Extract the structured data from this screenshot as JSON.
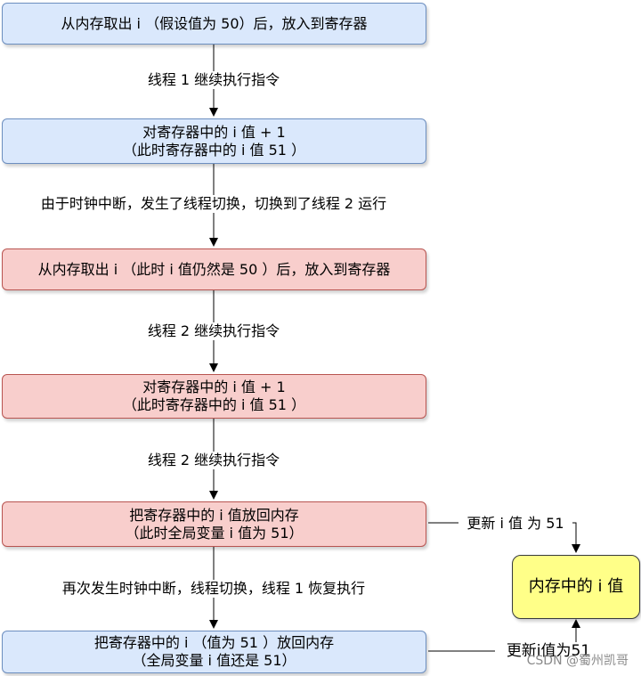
{
  "steps": [
    {
      "lines": [
        "从内存取出 i （假设值为 50）后，放入到寄存器"
      ],
      "color": "blue"
    },
    {
      "lines": [
        "对寄存器中的 i 值 + 1",
        "（此时寄存器中的 i 值 51 ）"
      ],
      "color": "blue"
    },
    {
      "lines": [
        "从内存取出 i （此时 i 值仍然是 50 ）后，放入到寄存器"
      ],
      "color": "red"
    },
    {
      "lines": [
        "对寄存器中的 i 值 + 1",
        "（此时寄存器中的 i 值 51 ）"
      ],
      "color": "red"
    },
    {
      "lines": [
        "把寄存器中的 i 值放回内存",
        "（此时全局变量 i 值为 51）"
      ],
      "color": "red"
    },
    {
      "lines": [
        "把寄存器中的 i （值为 51 ）放回内存",
        "（全局变量 i 值还是 51）"
      ],
      "color": "blue"
    }
  ],
  "transitions": [
    "线程 1 继续执行指令",
    "由于时钟中断，发生了线程切换，切换到了线程 2 运行",
    "线程 2 继续执行指令",
    "线程 2 继续执行指令",
    "再次发生时钟中断，线程切换，线程 1 恢复执行"
  ],
  "memory_box": {
    "label": "内存中的 i 值"
  },
  "update_labels": {
    "first": "更新 i 值 为 51",
    "second": "更新i值为51"
  },
  "watermark": "CSDN @蜀州凯哥",
  "colors": {
    "blue_fill": "#dae8fc",
    "blue_stroke": "#6c8ebf",
    "red_fill": "#f8cecc",
    "red_stroke": "#b85450",
    "yellow_fill": "#ffff88",
    "line": "#000000"
  }
}
